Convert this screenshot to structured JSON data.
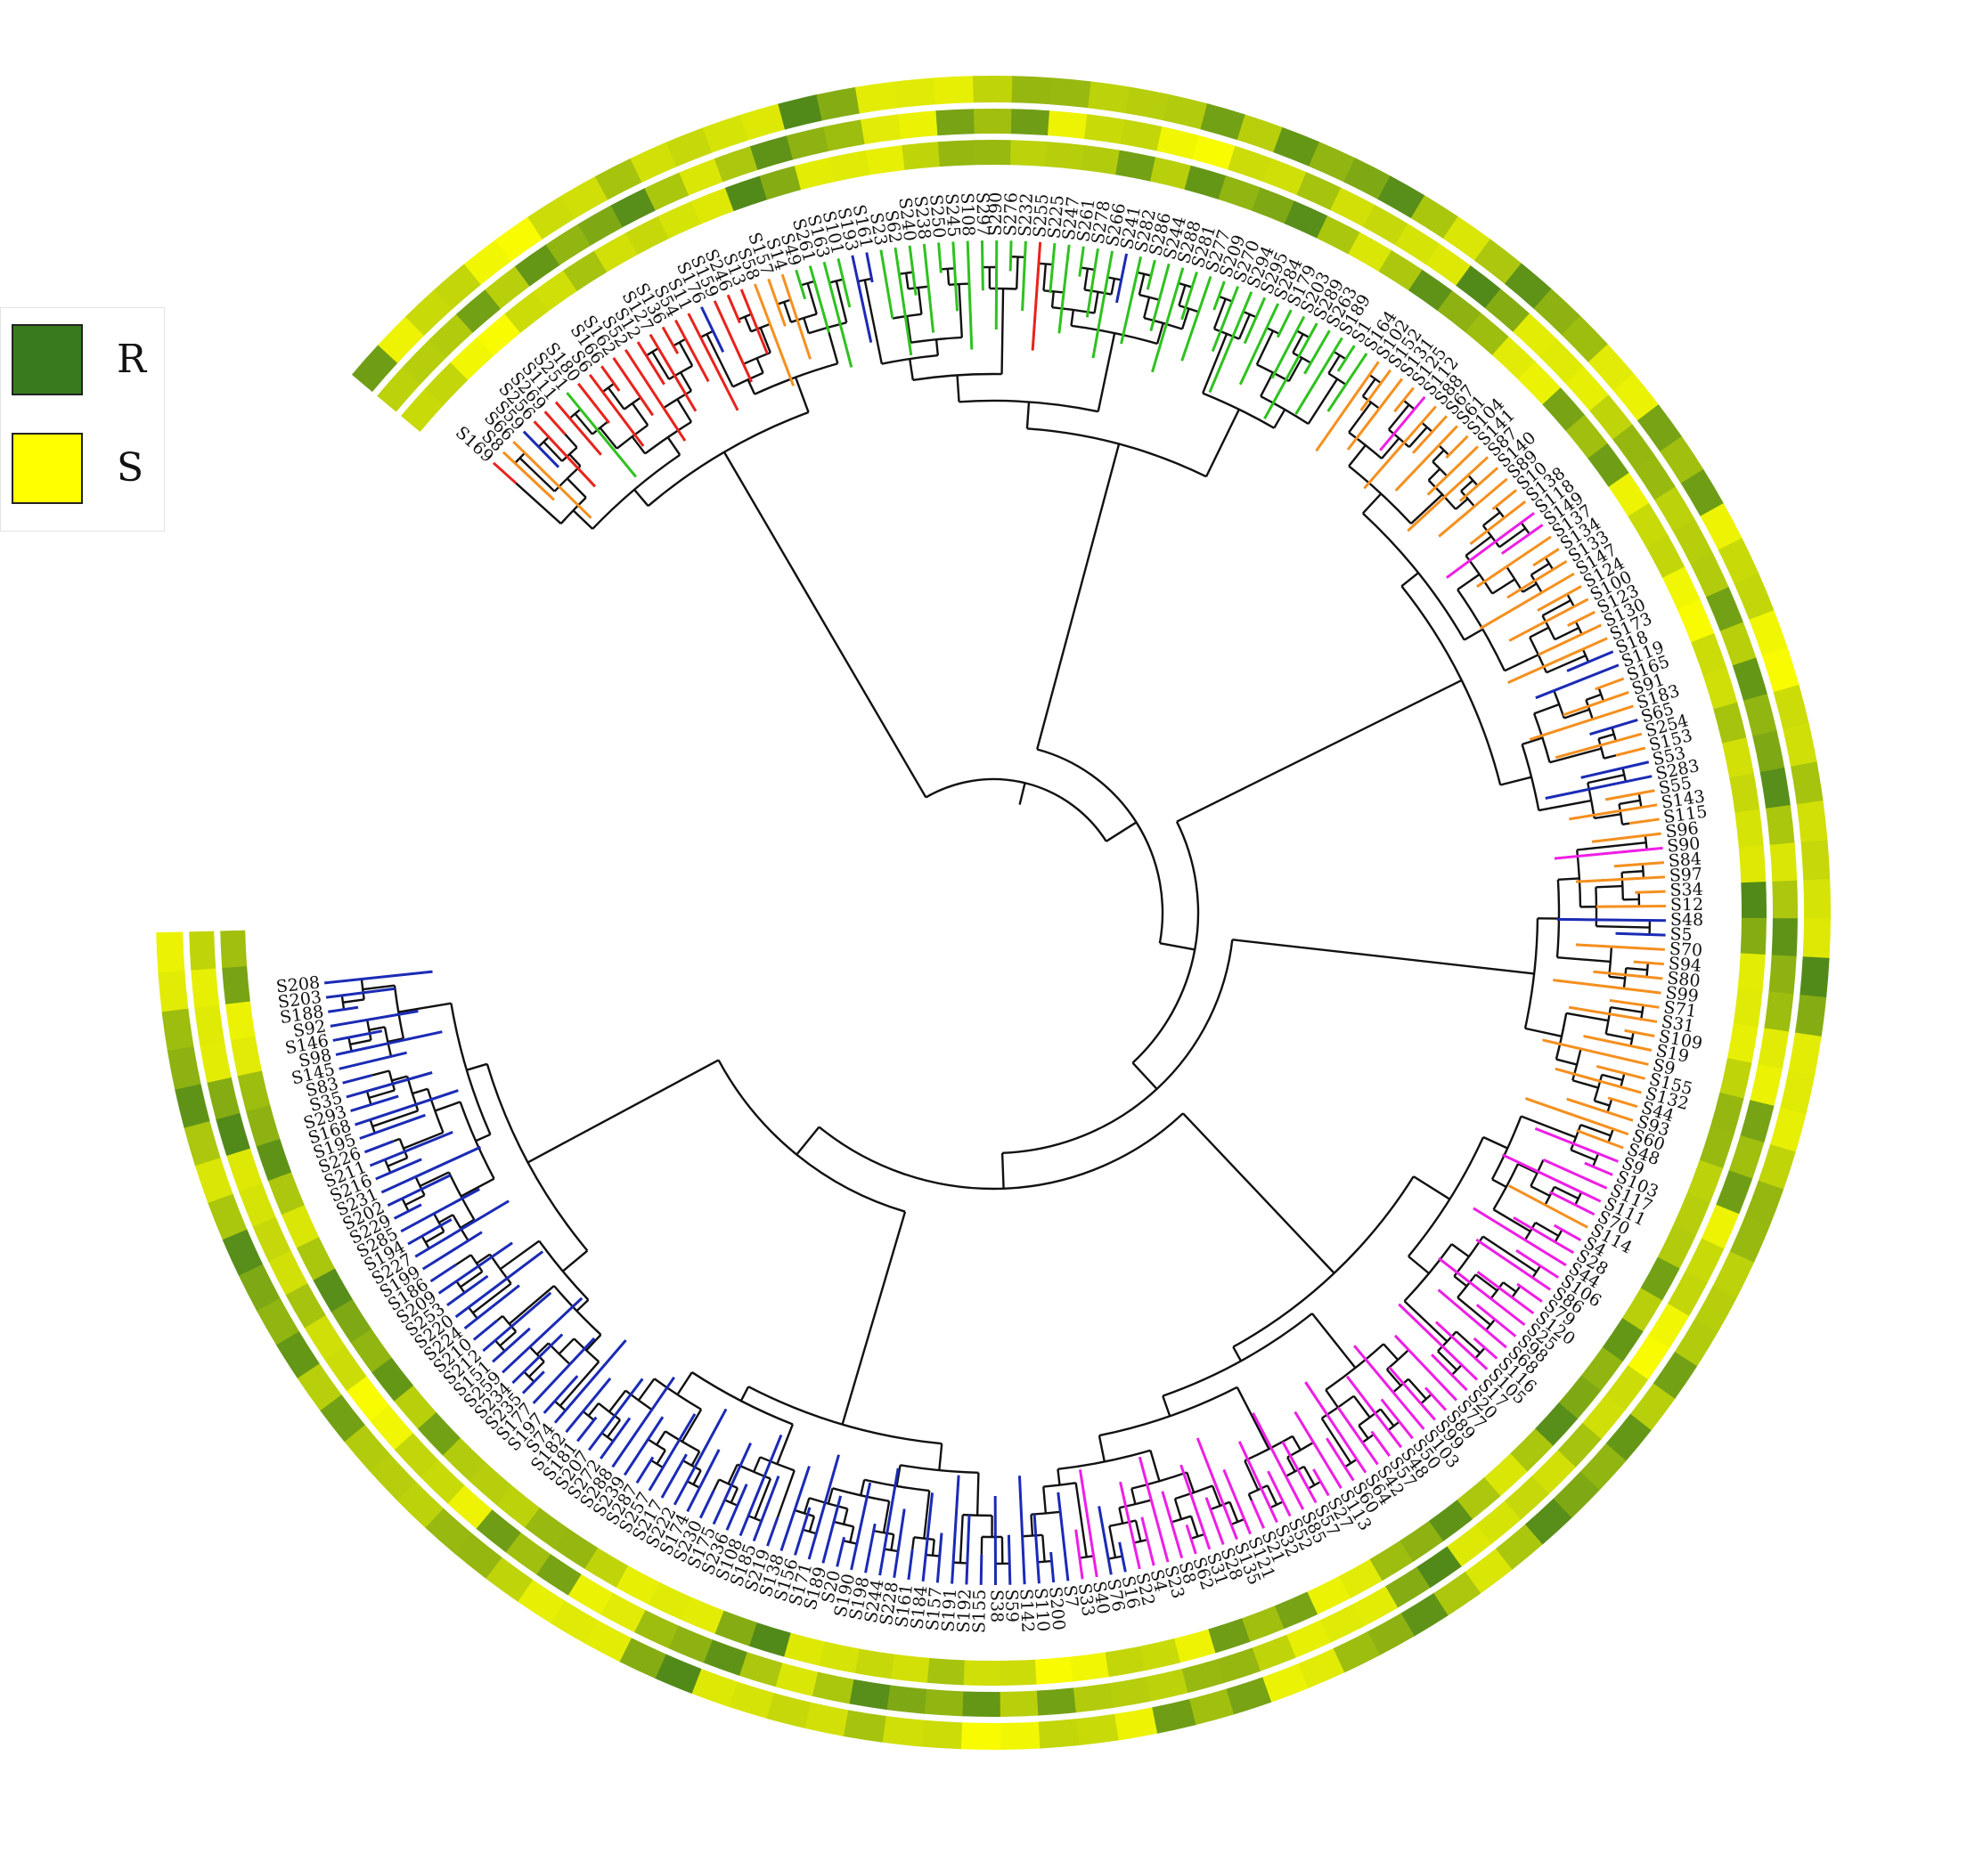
{
  "legend": {
    "items": [
      {
        "label": "R",
        "color": "#3a7a1e"
      },
      {
        "label": "S",
        "color": "#ffff00"
      }
    ]
  },
  "colors": {
    "red": "#e8231c",
    "orange": "#f5901e",
    "green": "#2fc21f",
    "blue": "#1b2bb5",
    "magenta": "#ef1ee6",
    "black": "#111111",
    "ring_dark": "#3a7a1e",
    "ring_light": "#ffff00"
  },
  "tree": {
    "labels": [
      "S169",
      "S8",
      "S66",
      "S59",
      "S256",
      "S269",
      "S111",
      "S251",
      "S180",
      "S6",
      "S166",
      "S162",
      "S52",
      "S12",
      "S127",
      "S136",
      "S54",
      "S11",
      "S176",
      "S159",
      "S246",
      "S13",
      "S58",
      "S157",
      "S14",
      "S49",
      "S261",
      "S163",
      "S101",
      "S193",
      "S161",
      "S23",
      "S62",
      "S240",
      "S238",
      "S250",
      "S245",
      "S108",
      "S297",
      "S290",
      "S276",
      "S232",
      "S255",
      "S225",
      "S247",
      "S261",
      "S278",
      "S266",
      "S241",
      "S282",
      "S286",
      "S244",
      "S288",
      "S281",
      "S277",
      "S209",
      "S270",
      "S294",
      "S295",
      "S284",
      "S179",
      "S203",
      "S289",
      "S263",
      "S189",
      "S1",
      "S164",
      "S102",
      "S152",
      "S131",
      "S125",
      "S112",
      "S88",
      "S67",
      "S61",
      "S104",
      "S141",
      "S87",
      "S140",
      "S89",
      "S10",
      "S138",
      "S118",
      "S149",
      "S137",
      "S134",
      "S133",
      "S147",
      "S124",
      "S100",
      "S123",
      "S130",
      "S173",
      "S18",
      "S119",
      "S165",
      "S91",
      "S183",
      "S65",
      "S254",
      "S153",
      "S53",
      "S283",
      "S55",
      "S143",
      "S115",
      "S96",
      "S90",
      "S84",
      "S97",
      "S34",
      "S12",
      "S48",
      "S5",
      "S70",
      "S94",
      "S80",
      "S99",
      "S71",
      "S31",
      "S109",
      "S19",
      "S9",
      "S155",
      "S132",
      "S44",
      "S93",
      "S60",
      "S48",
      "S9",
      "S103",
      "S117",
      "S111",
      "S70",
      "S114",
      "S4",
      "S28",
      "S44",
      "S106",
      "S86",
      "S79",
      "S120",
      "S25",
      "S98",
      "S68",
      "S116",
      "S105",
      "S17",
      "S20",
      "S77",
      "S89",
      "S99",
      "S103",
      "S50",
      "S48",
      "S57",
      "S42",
      "S64",
      "S60",
      "S113",
      "S27",
      "S57",
      "S85",
      "S52",
      "S32",
      "S21",
      "S121",
      "S135",
      "S28",
      "S31",
      "S62",
      "S8",
      "S23",
      "S4",
      "S22",
      "S16",
      "S76",
      "S40",
      "S33",
      "S7",
      "S200",
      "S110",
      "S142",
      "S59",
      "S38",
      "S155",
      "S192",
      "S191",
      "S157",
      "S184",
      "S161",
      "S228",
      "S244",
      "S198",
      "S190",
      "S20",
      "S189",
      "S171",
      "S156",
      "S138",
      "S219",
      "S185",
      "S108",
      "S236",
      "S175",
      "S230",
      "S174",
      "S222",
      "S217",
      "S257",
      "S287",
      "S239",
      "S288",
      "S272",
      "S207",
      "S181",
      "S182",
      "S74",
      "S197",
      "S177",
      "S235",
      "S234",
      "S259",
      "S151",
      "S212",
      "S210",
      "S224",
      "S220",
      "S253",
      "S209",
      "S186",
      "S199",
      "S227",
      "S194",
      "S285",
      "S229",
      "S202",
      "S231",
      "S216",
      "S211",
      "S226",
      "S195",
      "S168",
      "S293",
      "S35",
      "S83",
      "S145",
      "S98",
      "S146",
      "S92",
      "S188",
      "S203",
      "S208"
    ],
    "branch_colors": [
      "red",
      "orange",
      "orange",
      "blue",
      "red",
      "red",
      "red",
      "green",
      "red",
      "red",
      "red",
      "red",
      "red",
      "red",
      "red",
      "red",
      "red",
      "red",
      "blue",
      "red",
      "red",
      "red",
      "orange",
      "orange",
      "orange",
      "green",
      "green",
      "green",
      "green",
      "blue",
      "blue",
      "green",
      "green",
      "green",
      "green",
      "green",
      "green",
      "green",
      "green",
      "green",
      "green",
      "green",
      "red",
      "green",
      "green",
      "green",
      "green",
      "green",
      "blue",
      "green",
      "green",
      "green",
      "green",
      "green",
      "green",
      "green",
      "green",
      "green",
      "green",
      "green",
      "green",
      "green",
      "green",
      "green",
      "green",
      "green",
      "green",
      "orange",
      "orange",
      "orange",
      "orange",
      "magenta",
      "orange",
      "orange",
      "orange",
      "orange",
      "orange",
      "orange",
      "orange",
      "orange",
      "orange",
      "orange",
      "magenta",
      "magenta",
      "orange",
      "orange",
      "orange",
      "orange",
      "orange",
      "orange",
      "orange",
      "orange",
      "orange",
      "blue",
      "blue",
      "orange",
      "orange",
      "orange",
      "blue",
      "orange",
      "orange",
      "blue",
      "blue",
      "orange",
      "orange",
      "orange",
      "orange",
      "magenta",
      "orange",
      "orange",
      "orange",
      "orange",
      "blue",
      "blue",
      "orange",
      "orange",
      "orange",
      "orange",
      "orange",
      "orange",
      "orange",
      "orange",
      "orange",
      "orange",
      "orange",
      "orange",
      "orange",
      "orange",
      "orange",
      "magenta",
      "magenta",
      "magenta",
      "magenta",
      "magenta",
      "orange",
      "magenta",
      "magenta",
      "magenta",
      "magenta",
      "magenta",
      "magenta",
      "magenta",
      "magenta",
      "magenta",
      "magenta",
      "magenta",
      "magenta",
      "magenta",
      "magenta",
      "magenta",
      "magenta",
      "magenta",
      "magenta",
      "magenta",
      "magenta",
      "magenta",
      "magenta",
      "magenta",
      "magenta",
      "magenta",
      "magenta",
      "magenta",
      "magenta",
      "magenta",
      "magenta",
      "magenta",
      "magenta",
      "magenta",
      "magenta",
      "magenta",
      "magenta",
      "magenta",
      "magenta",
      "magenta",
      "magenta",
      "blue",
      "blue",
      "magenta",
      "magenta",
      "blue",
      "blue",
      "blue",
      "blue",
      "blue",
      "blue",
      "blue",
      "blue",
      "blue",
      "blue",
      "blue",
      "blue",
      "blue",
      "blue",
      "blue",
      "blue",
      "blue",
      "blue",
      "blue",
      "blue",
      "blue",
      "blue",
      "blue",
      "blue",
      "blue",
      "blue",
      "blue",
      "blue",
      "blue",
      "blue",
      "blue",
      "blue",
      "blue",
      "blue",
      "blue",
      "blue",
      "blue",
      "blue",
      "blue",
      "blue",
      "blue",
      "blue",
      "blue",
      "blue",
      "blue",
      "blue",
      "blue",
      "blue",
      "blue",
      "blue",
      "blue",
      "blue",
      "blue",
      "blue",
      "blue",
      "blue",
      "blue",
      "blue",
      "blue",
      "blue",
      "blue",
      "blue",
      "blue",
      "blue",
      "blue",
      "blue",
      "blue",
      "blue",
      "blue",
      "blue",
      "blue",
      "blue",
      "blue",
      "blue",
      "blue",
      "blue"
    ],
    "ring_count": 3,
    "ring_values": "0.72,0.64,0.55,0.81,0.38,0.90,0.47,0.69,0.22,0.77,0.58,0.86,0.31,0.66,0.93,0.44,0.71,0.19,0.84,0.52,0.63,0.97,0.35,0.79,0.42,0.88,0.27,0.61,0.74,0.15,0.83,0.50,0.68,0.91,0.29,0.76,0.57,0.12,0.85,0.46"
  }
}
